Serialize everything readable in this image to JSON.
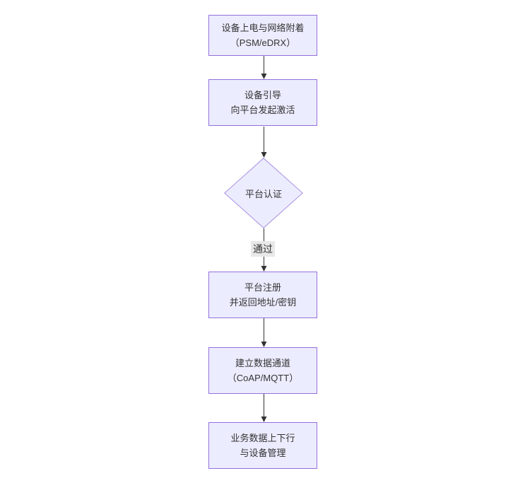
{
  "diagram": {
    "type": "flowchart",
    "direction": "top-down",
    "colors": {
      "node_fill": "#ECECFF",
      "node_border": "#9370DB",
      "arrow": "#333333",
      "text": "#333333",
      "edge_label_bg": "#e8e8e8",
      "canvas_bg": "#ffffff"
    },
    "nodes": [
      {
        "id": "power-attach",
        "shape": "rect",
        "lines": [
          "设备上电与网络附着",
          "（PSM/eDRX）"
        ]
      },
      {
        "id": "bootstrap",
        "shape": "rect",
        "lines": [
          "设备引导",
          "向平台发起激活"
        ]
      },
      {
        "id": "platform-auth",
        "shape": "diamond",
        "lines": [
          "平台认证"
        ]
      },
      {
        "id": "register",
        "shape": "rect",
        "lines": [
          "平台注册",
          "并返回地址/密钥"
        ]
      },
      {
        "id": "data-channel",
        "shape": "rect",
        "lines": [
          "建立数据通道",
          "（CoAP/MQTT）"
        ]
      },
      {
        "id": "business-data",
        "shape": "rect",
        "lines": [
          "业务数据上下行",
          "与设备管理"
        ]
      }
    ],
    "edges": [
      {
        "from": "power-attach",
        "to": "bootstrap",
        "label": ""
      },
      {
        "from": "bootstrap",
        "to": "platform-auth",
        "label": ""
      },
      {
        "from": "platform-auth",
        "to": "register",
        "label": "通过"
      },
      {
        "from": "register",
        "to": "data-channel",
        "label": ""
      },
      {
        "from": "data-channel",
        "to": "business-data",
        "label": ""
      }
    ]
  }
}
